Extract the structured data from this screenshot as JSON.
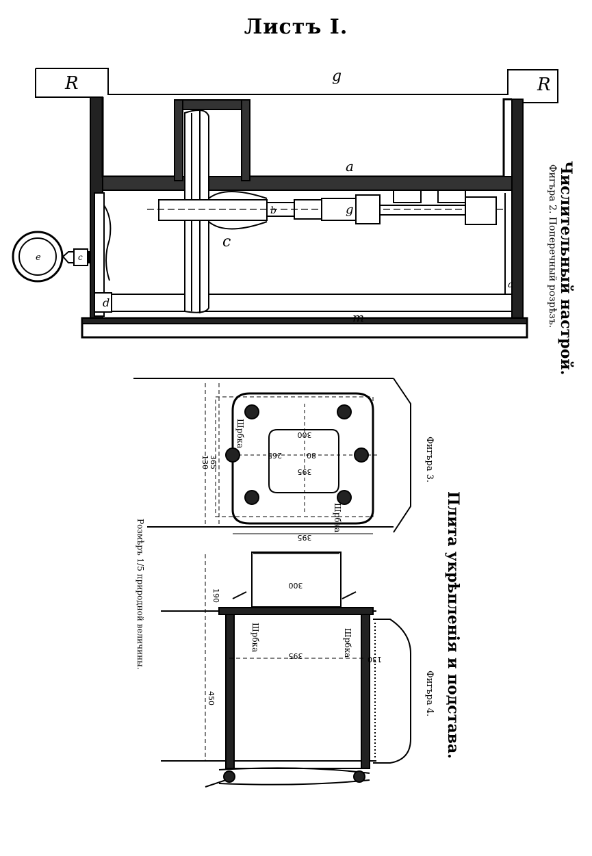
{
  "sheet": {
    "title": "Листъ I."
  },
  "figure2": {
    "title": "Числительный настрой.",
    "subtitle": "Фигъра 2. Поперечный розрѣзъ.",
    "labels": {
      "R_left": "R",
      "R_right": "R",
      "g_top": "g",
      "a_mid": "a",
      "c_wheel": "c",
      "e_knob": "e",
      "c_small": "c",
      "d": "d",
      "a_right": "a",
      "m": "m",
      "b": "b",
      "g_shaft": "g"
    }
  },
  "plate": {
    "title": "Плита укрѣпленія и подстава.",
    "scale_note": "Розмѣръ 1/5 природной величины."
  },
  "figure3": {
    "title": "Фигъра 3.",
    "screw_label_1": "Шрбка",
    "screw_label_2": "Шрбка",
    "dims": {
      "d300": "300",
      "d80": "80",
      "d265": "265",
      "d395_inner": "395",
      "d395_outer": "395",
      "d365": "365",
      "d130": "130"
    }
  },
  "figure4": {
    "title": "Фигъра 4.",
    "screw_label_1": "Шрбка",
    "screw_label_2": "Шрбка",
    "dims": {
      "d190": "190",
      "d300": "300",
      "d395": "395",
      "d450": "450",
      "d130": "130"
    }
  }
}
